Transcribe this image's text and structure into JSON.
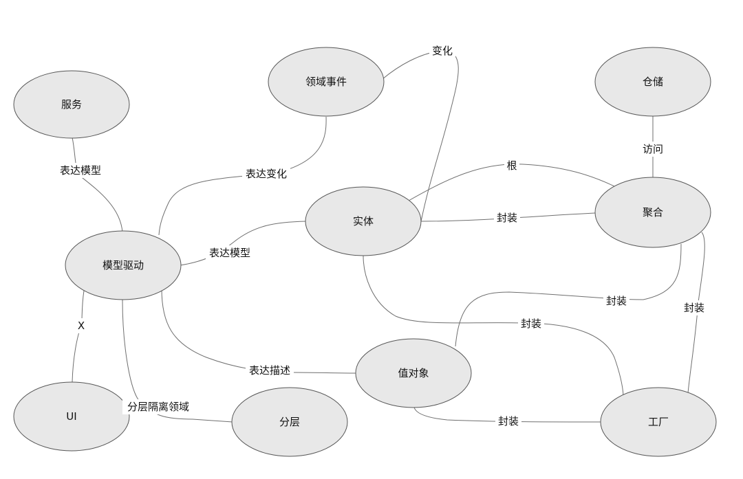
{
  "nodes": {
    "service": "服务",
    "domain_event": "领域事件",
    "repository": "仓储",
    "entity": "实体",
    "aggregate": "聚合",
    "model_driven": "模型驱动",
    "value_object": "值对象",
    "ui": "UI",
    "layering": "分层",
    "factory": "工厂"
  },
  "edges": {
    "service_model": "表达模型",
    "event_model": "表达变化",
    "event_entity": "变化",
    "repository_aggregate": "访问",
    "entity_aggregate_root": "根",
    "entity_aggregate_encap": "封装",
    "model_entity": "表达模型",
    "model_ui": "X",
    "model_value": "表达描述",
    "model_layering": "分层隔离领域",
    "aggregate_value": "封装",
    "entity_factory": "封装",
    "aggregate_factory": "封装",
    "value_factory": "封装"
  }
}
